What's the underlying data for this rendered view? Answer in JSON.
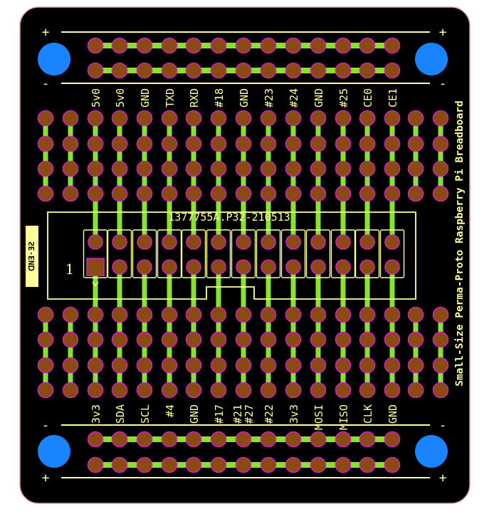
{
  "board": {
    "title": "Small-Size Perma-Proto Raspberry Pi Breadboard",
    "part_number": "1377755A.P32-210513",
    "logo_text": "ᗡNƎ·ƎƧ",
    "pin1_label": "1",
    "rail_plus": "+",
    "rail_minus": "-"
  },
  "colors": {
    "board": "#000000",
    "outline": "#e0a0a0",
    "silkscreen": "#ffff99",
    "trace": "#88e22e",
    "pad": "#8a4a12",
    "pad_ring": "#d020c0",
    "mount_hole": "#1a84ff",
    "logo_bg": "#ffff99"
  },
  "top_labels": [
    "5v0",
    "5v0",
    "GND",
    "TXD",
    "RXD",
    "#18",
    "GND",
    "#23",
    "#24",
    "GND",
    "#25",
    "CE0",
    "CE1"
  ],
  "bottom_labels": [
    "3v3",
    "SDA",
    "SCL",
    "#4",
    "GND",
    "#17",
    "#21\n#27",
    "#22",
    "3v3",
    "MOSI",
    "MISO",
    "CLK",
    "GND"
  ],
  "icons": {
    "mount_hole": "mounting-hole-icon",
    "pad": "solder-pad-icon"
  }
}
